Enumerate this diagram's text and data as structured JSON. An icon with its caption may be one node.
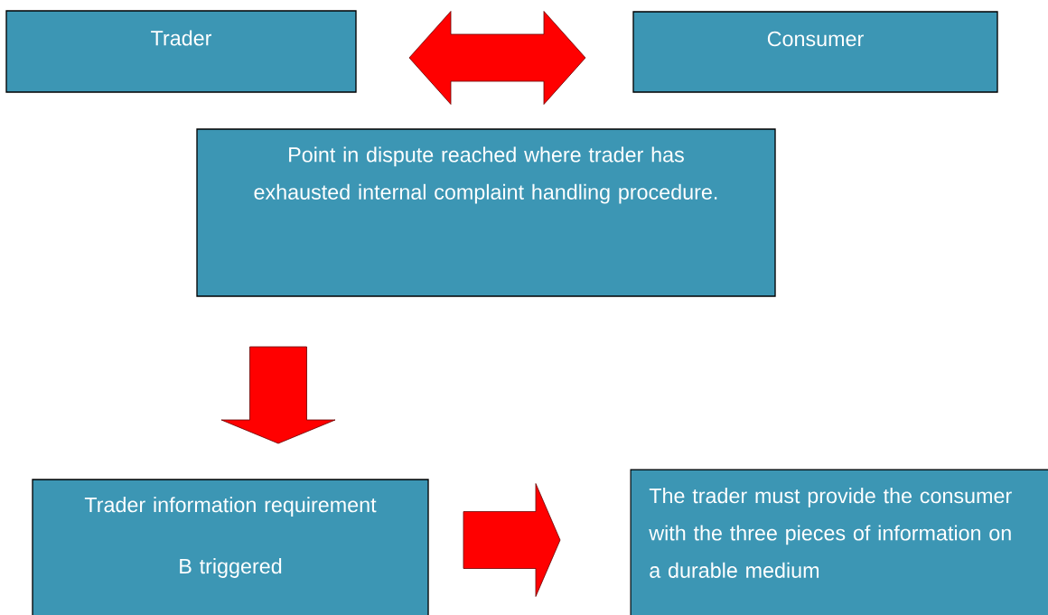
{
  "diagram": {
    "nodes": [
      {
        "text": [
          "Trader"
        ]
      },
      {
        "text": [
          "Consumer"
        ]
      },
      {
        "text": [
          "Point in dispute reached where trader has exhausted internal complaint handling procedure."
        ]
      },
      {
        "text": [
          "Trader information requirement",
          "B triggered"
        ]
      },
      {
        "text": [
          "The trader must provide the consumer with the three pieces of information on a durable medium"
        ]
      }
    ],
    "edges": [
      {
        "from": 0,
        "to": 1,
        "arrow": "both"
      },
      {
        "from": 2,
        "to": 3,
        "arrow": "to"
      },
      {
        "from": 3,
        "to": 4,
        "arrow": "to"
      }
    ]
  }
}
